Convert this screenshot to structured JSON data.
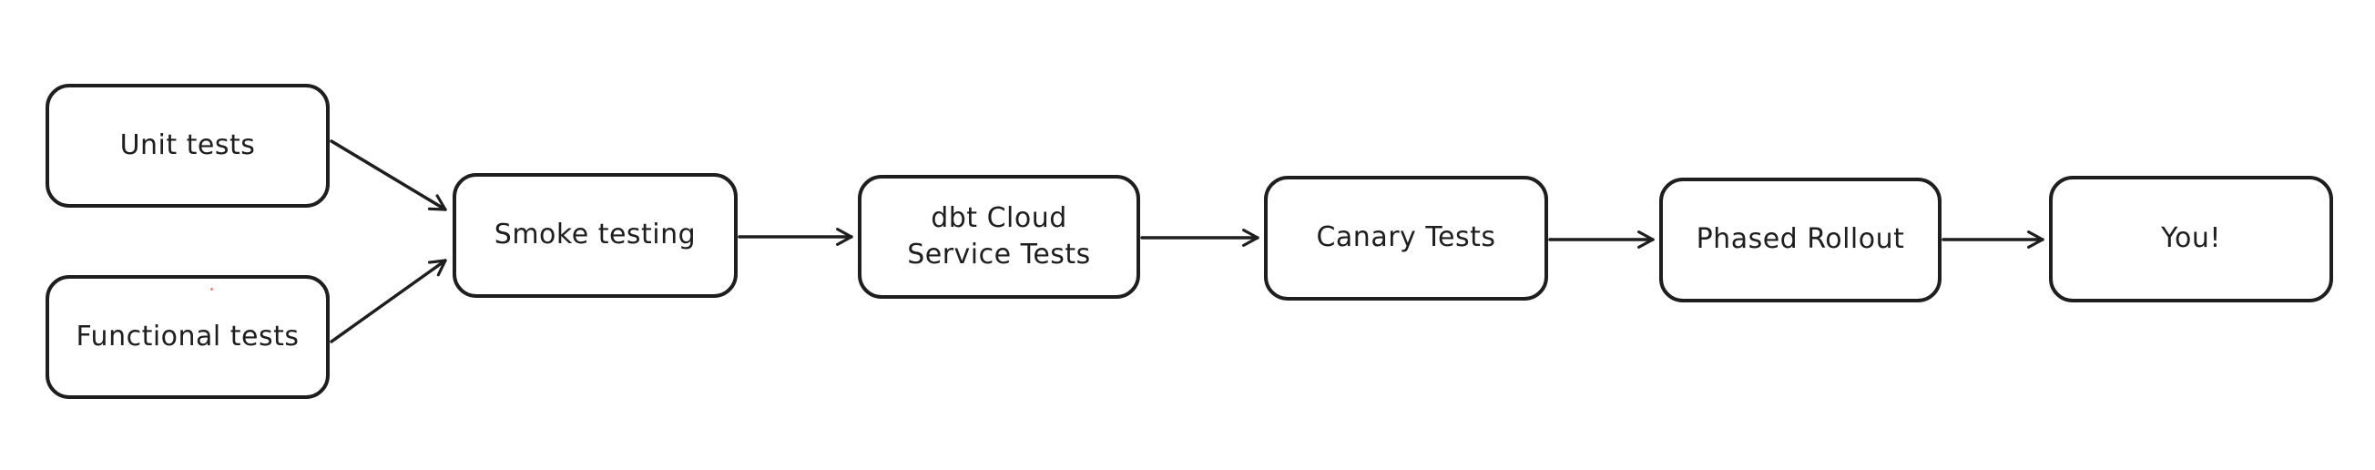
{
  "diagram": {
    "background_color": "#ffffff",
    "stroke_color": "#1e1e1e",
    "nodes": [
      {
        "id": "unit-tests",
        "label": "Unit tests"
      },
      {
        "id": "functional-tests",
        "label": "Functional tests"
      },
      {
        "id": "smoke-testing",
        "label": "Smoke testing"
      },
      {
        "id": "dbt-cloud-service-tests",
        "label": "dbt Cloud\nService Tests"
      },
      {
        "id": "canary-tests",
        "label": "Canary Tests"
      },
      {
        "id": "phased-rollout",
        "label": "Phased Rollout"
      },
      {
        "id": "you",
        "label": "You!"
      }
    ],
    "edges": [
      {
        "from": "unit-tests",
        "to": "smoke-testing"
      },
      {
        "from": "functional-tests",
        "to": "smoke-testing"
      },
      {
        "from": "smoke-testing",
        "to": "dbt-cloud-service-tests"
      },
      {
        "from": "dbt-cloud-service-tests",
        "to": "canary-tests"
      },
      {
        "from": "canary-tests",
        "to": "phased-rollout"
      },
      {
        "from": "phased-rollout",
        "to": "you"
      }
    ]
  }
}
